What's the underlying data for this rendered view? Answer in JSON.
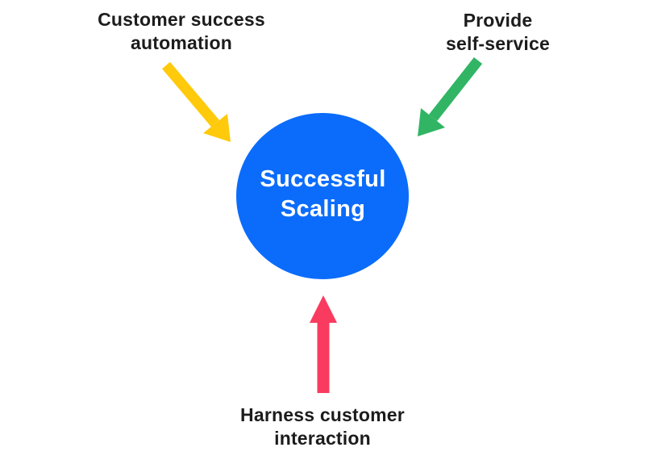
{
  "colors": {
    "circle_blue": "#0B6CFB",
    "arrow_yellow": "#FFC90C",
    "arrow_green": "#31B564",
    "arrow_pink": "#F93B5F",
    "label_text": "#1C1C1C",
    "circle_text": "#FFFFFF"
  },
  "circle": {
    "line1": "Successful",
    "line2": "Scaling"
  },
  "labels": {
    "top_left": {
      "line1": "Customer success",
      "line2": "automation"
    },
    "top_right": {
      "line1": "Provide",
      "line2": "self-service"
    },
    "bottom": {
      "line1": "Harness customer",
      "line2": "interaction"
    }
  }
}
